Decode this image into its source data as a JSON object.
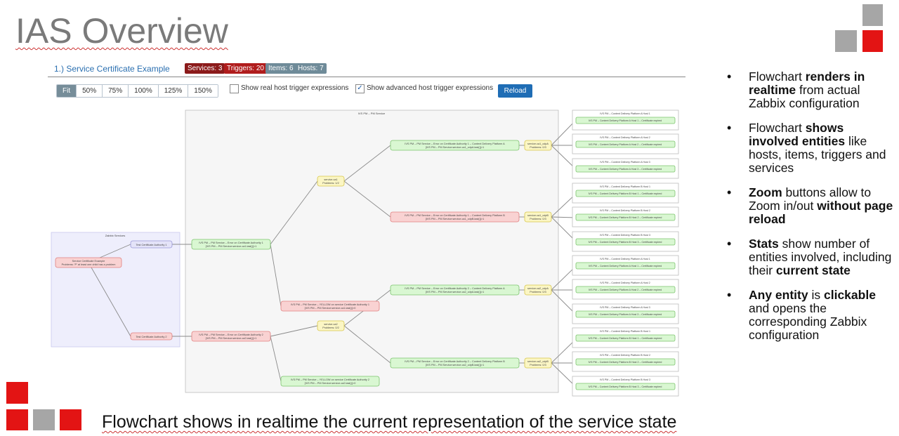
{
  "slide": {
    "title": "IAS Overview",
    "caption": "Flowchart shows in realtime the current representation of the service state",
    "accent_red": "#e31414",
    "accent_gray": "#a6a6a6"
  },
  "toolbar": {
    "section_title": "1.) Service Certificate Example",
    "badges": [
      {
        "label": "Services: 3",
        "color": "#8b1a1a"
      },
      {
        "label": "Triggers: 20",
        "color": "#b01c1c"
      },
      {
        "label": "Items: 6",
        "color": "#6f8b99"
      },
      {
        "label": "Hosts: 7",
        "color": "#6f8b99"
      }
    ],
    "zoom_levels": [
      "Fit",
      "50%",
      "75%",
      "100%",
      "125%",
      "150%"
    ],
    "active_zoom": "Fit",
    "show_real_label": "Show real host trigger expressions",
    "show_real_checked": false,
    "show_advanced_label": "Show advanced host trigger expressions",
    "show_advanced_checked": true,
    "reload_label": "Reload"
  },
  "flowchart": {
    "zabbix_services_group": "Zabbix Services",
    "pm_service_group": "IVS PM – PM Service",
    "root_node": {
      "label": "Service Certificate Example\nProblems: 'P' at least one child has a problem",
      "status": "problem"
    },
    "level1": [
      {
        "label": "Test Certificate Authority 1",
        "status": "info"
      },
      {
        "label": "Test Certificate Authority 2",
        "status": "problem"
      }
    ],
    "level2": [
      {
        "label": "IVS PM – PM Service – Error on Certificate Authority 1\n[IVS PM – PM Service:service.ca1.last()]>1",
        "status": "ok"
      },
      {
        "label": "IVS PM – PM Service – Error on Certificate Authority 2\n[IVS PM – PM Service:service.ca2.last()]>1",
        "status": "problem"
      }
    ],
    "aggregators": [
      {
        "label": "service.ca1\nProblems: 1/2",
        "status": "warn"
      },
      {
        "label": "service.ca2\nProblems: 0/2",
        "status": "warn"
      }
    ],
    "level3": [
      {
        "label": "IVS PM – PM Service – Error on Certificate Authority 1 – Content Delivery Platform A\n[IVS PM – PM Service:service.ca1_cdpA.last()]>1",
        "status": "ok"
      },
      {
        "label": "IVS PM – PM Service – Error on Certificate Authority 1 – Content Delivery Platform B\n[IVS PM – PM Service:service.ca1_cdpB.last()]>1",
        "status": "problem"
      },
      {
        "label": "IVS PM – PM Service – YELLOW on service Certificate Authority 1\n[IVS PM – PM Service:service.ca1.last()]>0",
        "status": "problem"
      },
      {
        "label": "IVS PM – PM Service – Error on Certificate Authority 2 – Content Delivery Platform A\n[IVS PM – PM Service:service.ca2_cdpA.last()]>1",
        "status": "ok"
      },
      {
        "label": "IVS PM – PM Service – Error on Certificate Authority 2 – Content Delivery Platform B\n[IVS PM – PM Service:service.ca2_cdpB.last()]>1",
        "status": "ok"
      },
      {
        "label": "IVS PM – PM Service – YELLOW on service Certificate Authority 2\n[IVS PM – PM Service:service.ca2.last()]>0",
        "status": "ok"
      }
    ],
    "sub_aggregators": [
      {
        "label": "service.ca1_cdpA\nProblems: 0/3",
        "status": "warn"
      },
      {
        "label": "service.ca1_cdpB\nProblems: 0/3",
        "status": "warn"
      },
      {
        "label": "service.ca2_cdpA\nProblems: 0/3",
        "status": "warn"
      },
      {
        "label": "service.ca2_cdpB\nProblems: 0/3",
        "status": "warn"
      }
    ],
    "hosts": [
      {
        "host": "IVS PM – Content Delivery Platform A Host 1",
        "trigger": "IVS PM – Content Delivery Platform A Host 1 – Certificate expired"
      },
      {
        "host": "IVS PM – Content Delivery Platform A Host 2",
        "trigger": "IVS PM – Content Delivery Platform A Host 2 – Certificate expired"
      },
      {
        "host": "IVS PM – Content Delivery Platform A Host 3",
        "trigger": "IVS PM – Content Delivery Platform A Host 3 – Certificate expired"
      },
      {
        "host": "IVS PM – Content Delivery Platform B Host 1",
        "trigger": "IVS PM – Content Delivery Platform B Host 1 – Certificate expired"
      },
      {
        "host": "IVS PM – Content Delivery Platform B Host 2",
        "trigger": "IVS PM – Content Delivery Platform B Host 2 – Certificate expired"
      },
      {
        "host": "IVS PM – Content Delivery Platform B Host 3",
        "trigger": "IVS PM – Content Delivery Platform B Host 3 – Certificate expired"
      },
      {
        "host": "IVS PM – Content Delivery Platform A Host 1",
        "trigger": "IVS PM – Content Delivery Platform A Host 1 – Certificate expired"
      },
      {
        "host": "IVS PM – Content Delivery Platform A Host 2",
        "trigger": "IVS PM – Content Delivery Platform A Host 2 – Certificate expired"
      },
      {
        "host": "IVS PM – Content Delivery Platform A Host 3",
        "trigger": "IVS PM – Content Delivery Platform A Host 3 – Certificate expired"
      },
      {
        "host": "IVS PM – Content Delivery Platform B Host 1",
        "trigger": "IVS PM – Content Delivery Platform B Host 1 – Certificate expired"
      },
      {
        "host": "IVS PM – Content Delivery Platform B Host 2",
        "trigger": "IVS PM – Content Delivery Platform B Host 2 – Certificate expired"
      },
      {
        "host": "IVS PM – Content Delivery Platform B Host 3",
        "trigger": "IVS PM – Content Delivery Platform B Host 3 – Certificate expired"
      }
    ],
    "colors": {
      "ok_fill": "#d9f7d2",
      "ok_stroke": "#7cc46e",
      "problem_fill": "#f9d2d2",
      "problem_stroke": "#e08080",
      "warn_fill": "#fbf6c4",
      "warn_stroke": "#d8c64a",
      "info_fill": "#e4e3f8",
      "info_stroke": "#9a98d8"
    }
  },
  "bullets": [
    [
      {
        "t": "Flowchart "
      },
      {
        "t": "renders in realtime",
        "b": true
      },
      {
        "t": " from actual Zabbix configuration"
      }
    ],
    [
      {
        "t": "Flowchart "
      },
      {
        "t": "shows involved entities",
        "b": true
      },
      {
        "t": " like hosts, items, triggers and services"
      }
    ],
    [
      {
        "t": "Zoom",
        "b": true
      },
      {
        "t": " buttons allow to Zoom in/out "
      },
      {
        "t": "without page reload",
        "b": true
      }
    ],
    [
      {
        "t": "Stats",
        "b": true
      },
      {
        "t": " show number of entities involved, including their "
      },
      {
        "t": "current state",
        "b": true
      }
    ],
    [
      {
        "t": "Any entity",
        "b": true
      },
      {
        "t": " is "
      },
      {
        "t": "clickable",
        "b": true
      },
      {
        "t": " and opens the corresponding Zabbix configuration"
      }
    ]
  ]
}
